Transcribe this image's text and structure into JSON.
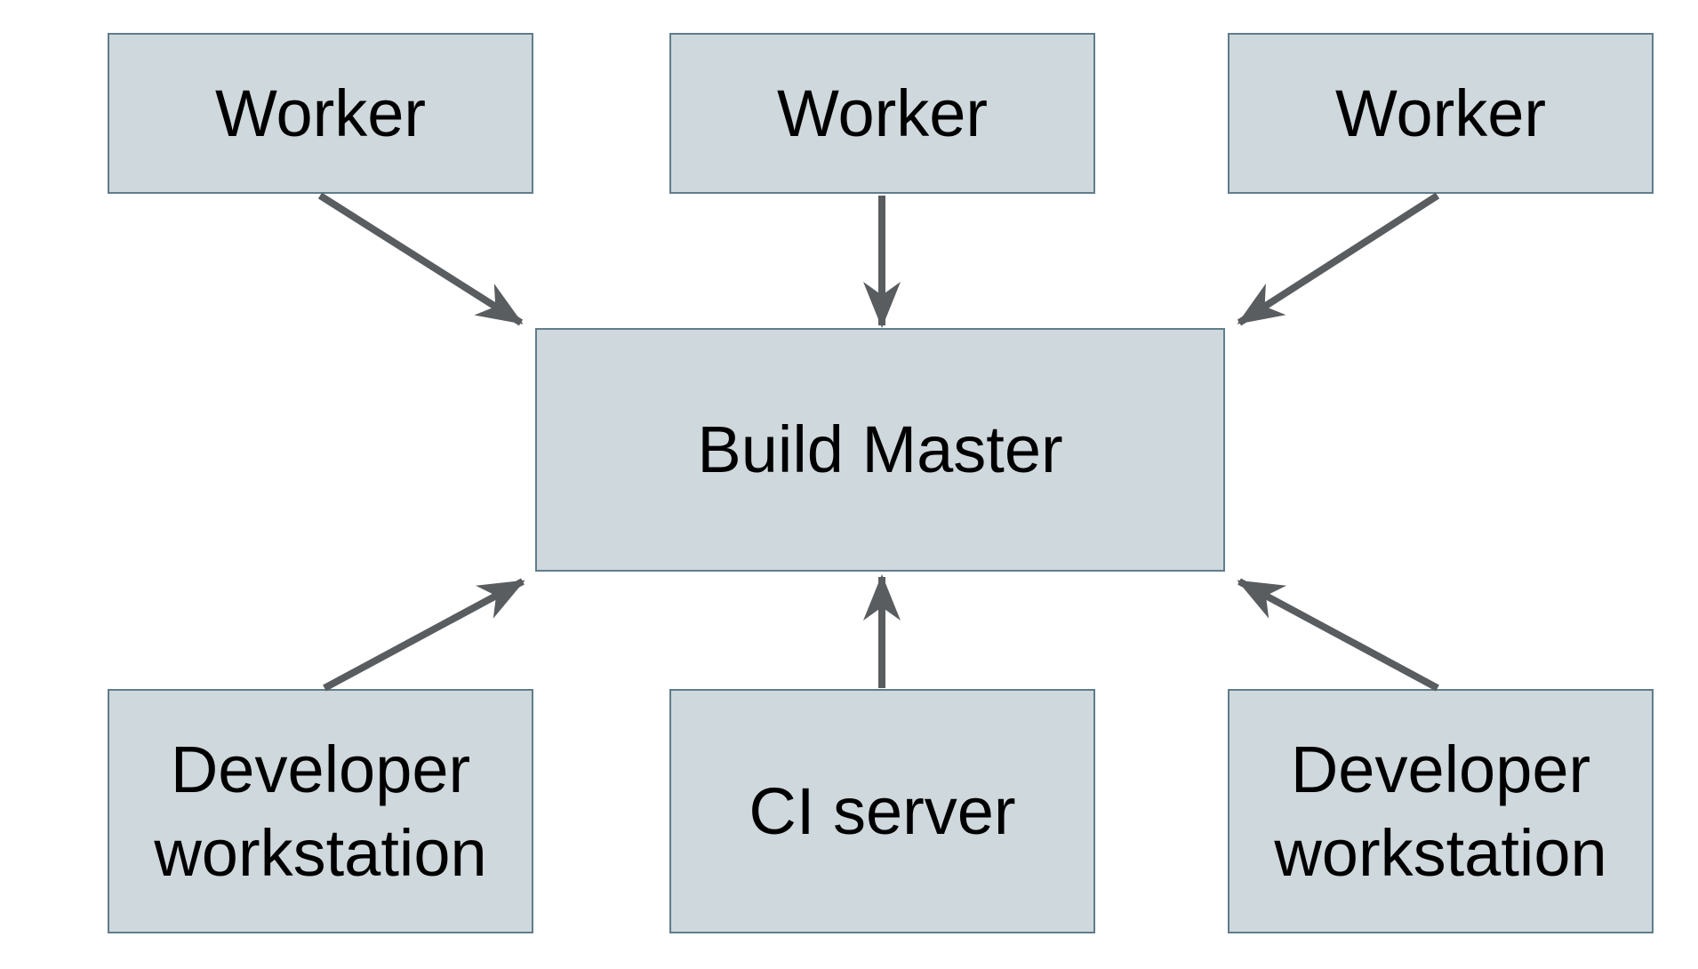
{
  "diagram": {
    "type": "architecture-diagram",
    "nodes": {
      "worker_1": {
        "label": "Worker"
      },
      "worker_2": {
        "label": "Worker"
      },
      "worker_3": {
        "label": "Worker"
      },
      "build_master": {
        "label": "Build Master"
      },
      "dev_workstation_left": {
        "label": "Developer workstation"
      },
      "ci_server": {
        "label": "CI server"
      },
      "dev_workstation_right": {
        "label": "Developer workstation"
      }
    },
    "edges": [
      {
        "from": "worker_1",
        "to": "build_master"
      },
      {
        "from": "worker_2",
        "to": "build_master"
      },
      {
        "from": "worker_3",
        "to": "build_master"
      },
      {
        "from": "dev_workstation_left",
        "to": "build_master"
      },
      {
        "from": "ci_server",
        "to": "build_master"
      },
      {
        "from": "dev_workstation_right",
        "to": "build_master"
      }
    ],
    "colors": {
      "node_fill": "#cfd8dc",
      "node_border": "#607d8b",
      "arrow": "#5a5d60",
      "text": "#000000",
      "background": "#ffffff"
    }
  }
}
